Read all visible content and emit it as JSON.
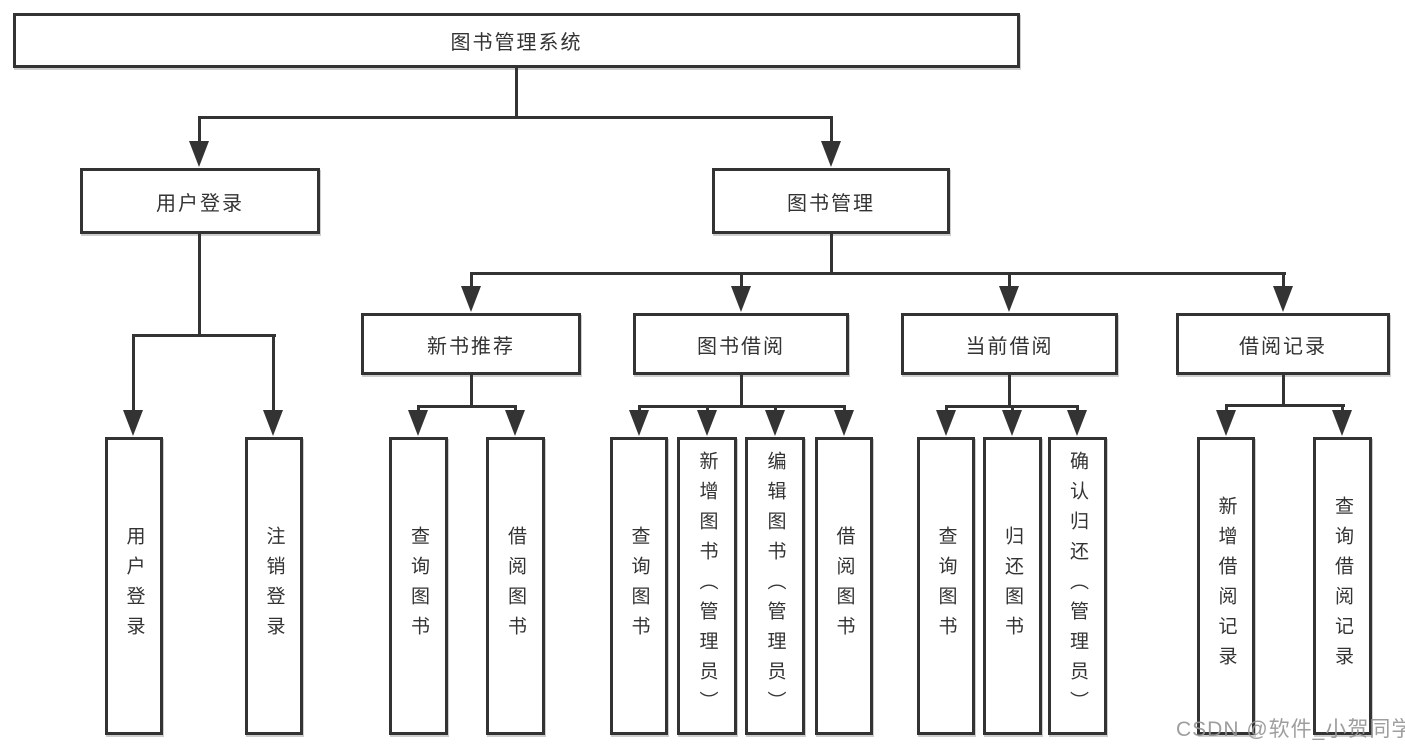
{
  "diagram": {
    "title": "图书管理系统",
    "colors": {
      "line": "#333333",
      "text": "#333333",
      "background": "#ffffff",
      "watermark": "#969696"
    },
    "nodes": {
      "root": "图书管理系统",
      "user_login": "用户登录",
      "book_management": "图书管理",
      "new_book_recommendation": "新书推荐",
      "book_borrowing": "图书借阅",
      "current_borrowing": "当前借阅",
      "borrowing_records": "借阅记录"
    },
    "leaves": {
      "user": [
        "用户登录",
        "注销登录"
      ],
      "recommendation": [
        "查询图书",
        "借阅图书"
      ],
      "borrowing": [
        "查询图书",
        "新增图书（管理员）",
        "编辑图书（管理员）",
        "借阅图书"
      ],
      "current": [
        "查询图书",
        "归还图书",
        "确认归还（管理员）"
      ],
      "records": [
        "新增借阅记录",
        "查询借阅记录"
      ]
    },
    "watermark": "CSDN @软件_小贺同学"
  }
}
